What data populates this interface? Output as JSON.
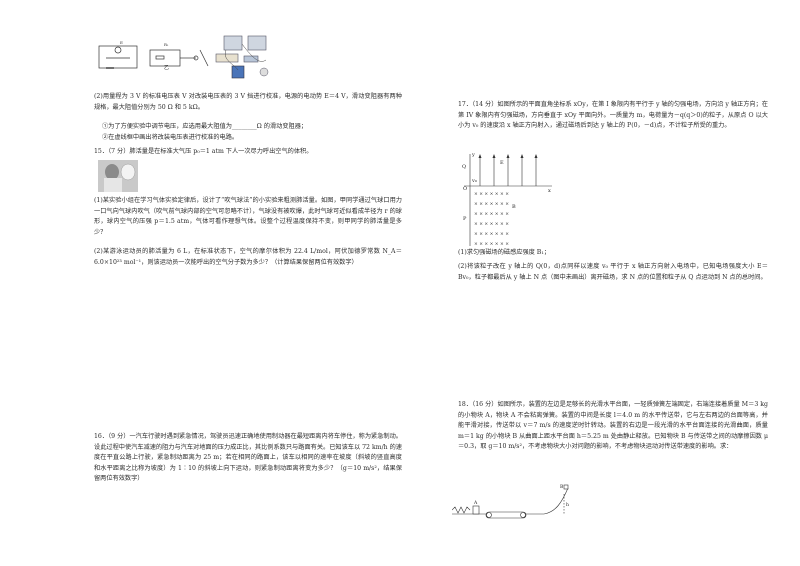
{
  "left": {
    "fig_circuits_label": "乙",
    "q14_2_text": "(2)用量程为 3 V 的标准电压表 V 对改装电压表的 3 V 挡进行校准，电源的电动势 E＝4 V，滑动变阻器有两种规格，最大阻值分别为 50 Ω 和 5 kΩ。",
    "q14_2_sub1": "①为了方便实验中调节电压，应选用最大阻值为________Ω 的滑动变阻器；",
    "q14_2_sub2": "②在虚线框中画出将改装电压表进行校准的电路。",
    "q15_text": "15．（7 分）肺活量是在标准大气压 p₀＝1 atm 下人一次尽力呼出空气的体积。",
    "q15_1_text": "(1)某实验小组在学习气体实验定律后，设计了“吹气球法”的小实验来粗测肺活量。如图，甲同学通过气球口用力一口气向气球内吹气（吹气前气球内部的空气可忽略不计），气球没有被吹爆，此时气球可近似看成半径为 r 的球形，球内空气的压强 p＝1.5 atm，气体可看作理想气体。设整个过程温度保持不变，则甲同学的肺活量是多少？",
    "q15_2_text": "(2)某游泳运动员的肺活量为 6 L，在标准状态下，空气的摩尔体积为 22.4 L/mol，阿伏加德罗常数 N_A＝6.0×10²³ mol⁻¹，则该运动员一次能呼出的空气分子数为多少？（计算结果保留两位有效数字）",
    "q16_text": "16．（9 分）一汽车行驶时遇到紧急情况，驾驶员迅速正确地使用制动器在最短距离内将车停住，称为紧急制动。设此过程中使汽车减速的阻力与汽车对地面的压力成正比，其比例系数只与路面有关。已知该车以 72 km/h 的速度在平直公路上行驶，紧急制动距离为 25 m；若在相同的路面上，该车以相同的速率在坡度（斜坡的竖直高度和水平距离之比称为坡度）为 1∶10 的斜坡上向下运动，则紧急制动距离将变为多少？（g＝10 m/s²，结果保留两位有效数字）"
  },
  "right": {
    "q17_text": "17．（14 分）如图所示的平面直角坐标系 xOy，在第 I 象限内有平行于 y 轴的匀强电场，方向沿 y 轴正方向；在第 IV 象限内有匀强磁场，方向垂直于 xOy 平面向外。一质量为 m，电荷量为－q(q＞0)的粒子，从原点 O 以大小为 v₀ 的速度沿 x 轴正方向射入，通过磁场后到达 y 轴上的 P(0，－d)点，不计粒子所受的重力。",
    "q17_fig_labels": {
      "Q": "Q",
      "E": "E",
      "O": "O",
      "x": "x",
      "P": "P",
      "v0": "v₀",
      "y": "y",
      "B": "B"
    },
    "q17_1_text": "(1)求匀强磁场的磁感应强度 B₁；",
    "q17_2_text": "(2)将该粒子改在 y 轴上的 Q(0，d)点同样以速度 v₀ 平行于 x 轴正方向射入电场中，已知电场强度大小 E＝Bv₀，粒子都最后从 y 轴上 N 点（图中未画出）离开磁场，求 N 点的位置和粒子从 Q 点运动到 N 点的总时间。",
    "q18_text": "18．（16 分）如图所示，装置的左边是足够长的光滑水平台面，一轻质弹簧左端固定，右端连接着质量 M＝3 kg 的小物块 A，物块 A 不会粘离弹簧。装置的中间是长度 l＝4.0 m 的水平传送带，它与左右两边的台面等高，并能平滑对接，传送带以 v＝7 m/s 的速度逆时针转动。装置的右边是一段光滑的水平台面连接的光滑曲面，质量 m＝1 kg 的小物块 B 从曲面上距水平台面 h＝5.25 m 处由静止释放。已知物块 B 与传送带之间的动摩擦因数 μ＝0.3，取 g＝10 m/s²，不考虑物块大小对问题的影响，不考虑物块运动对传送带速度的影响。求：",
    "q18_fig_labels": {
      "A": "A",
      "B": "B",
      "h": "h"
    }
  }
}
